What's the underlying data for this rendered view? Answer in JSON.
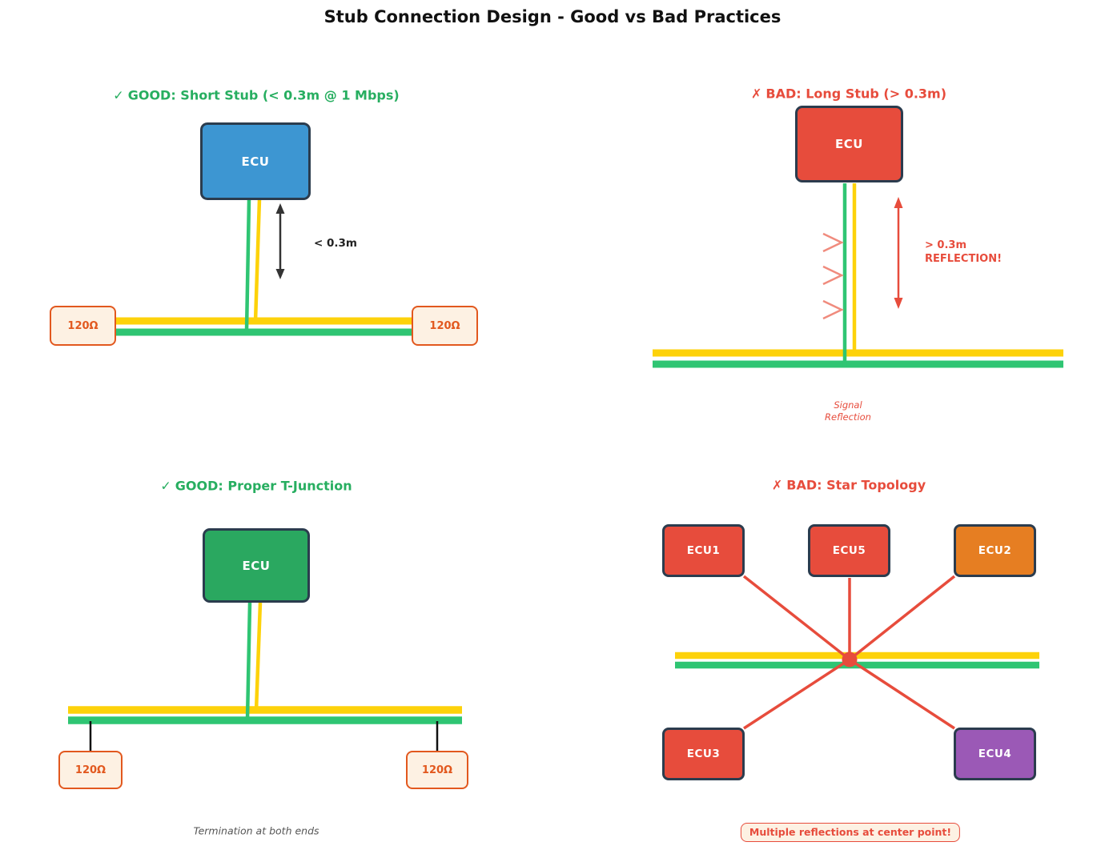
{
  "title": "Stub Connection Design - Good vs Bad Practices",
  "colors": {
    "background": "#ffffff",
    "title_color": "#111111",
    "good_green": "#27ae60",
    "bad_red": "#e74c3c",
    "bus_yellow": "#fdd20a",
    "bus_green": "#2fc573",
    "ecu_blue": "#3d96d2",
    "ecu_green": "#2aa860",
    "ecu_red": "#e74c3c",
    "ecu_orange": "#e67e22",
    "ecu_purple": "#9b59b6",
    "ecu_border": "#2b3c4e",
    "terminator_orange": "#e2581e",
    "terminator_fill": "#fdf1e3",
    "chevron_salmon": "#f08b7d",
    "arrow_black": "#333333",
    "caption_gray": "#555555"
  },
  "panels": {
    "good_short_stub": {
      "check": "✓",
      "title": "GOOD: Short Stub (< 0.3m @ 1 Mbps)",
      "ecu_label": "ECU",
      "stub_length_label": "< 0.3m",
      "terminator_left": "120Ω",
      "terminator_right": "120Ω"
    },
    "bad_long_stub": {
      "cross": "✗",
      "title": "BAD: Long Stub (> 0.3m)",
      "ecu_label": "ECU",
      "reflection_line1": "> 0.3m",
      "reflection_line2": "REFLECTION!",
      "caption_line1": "Signal",
      "caption_line2": "Reflection"
    },
    "good_t_junction": {
      "check": "✓",
      "title": "GOOD: Proper T-Junction",
      "ecu_label": "ECU",
      "terminator_left": "120Ω",
      "terminator_right": "120Ω",
      "caption": "Termination at both ends"
    },
    "bad_star": {
      "cross": "✗",
      "title": "BAD: Star Topology",
      "ecus": [
        {
          "label": "ECU1",
          "color": "#e74c3c"
        },
        {
          "label": "ECU5",
          "color": "#e74c3c"
        },
        {
          "label": "ECU2",
          "color": "#e67e22"
        },
        {
          "label": "ECU3",
          "color": "#e74c3c"
        },
        {
          "label": "ECU4",
          "color": "#9b59b6"
        }
      ],
      "warning": "Multiple reflections at center point!"
    }
  }
}
